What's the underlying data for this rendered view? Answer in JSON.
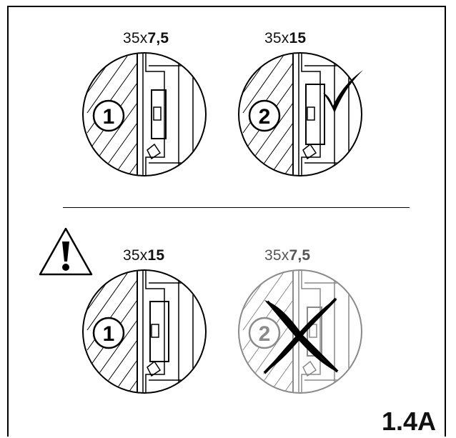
{
  "top_row": {
    "left": {
      "prefix": "35x",
      "value": "7,5",
      "step": "1"
    },
    "right": {
      "prefix": "35x",
      "value": "15",
      "step": "2",
      "status": "correct"
    }
  },
  "bottom_row": {
    "left": {
      "prefix": "35x",
      "value": "15",
      "step": "1"
    },
    "right": {
      "prefix": "35x",
      "value": "7,5",
      "step": "2",
      "status": "incorrect"
    }
  },
  "figure_code": "1.4A",
  "icons": {
    "warning": "warning-triangle-icon",
    "check": "checkmark-icon",
    "cross": "cross-mark-icon"
  },
  "colors": {
    "line": "#000000",
    "faded": "#8a8a8a"
  }
}
